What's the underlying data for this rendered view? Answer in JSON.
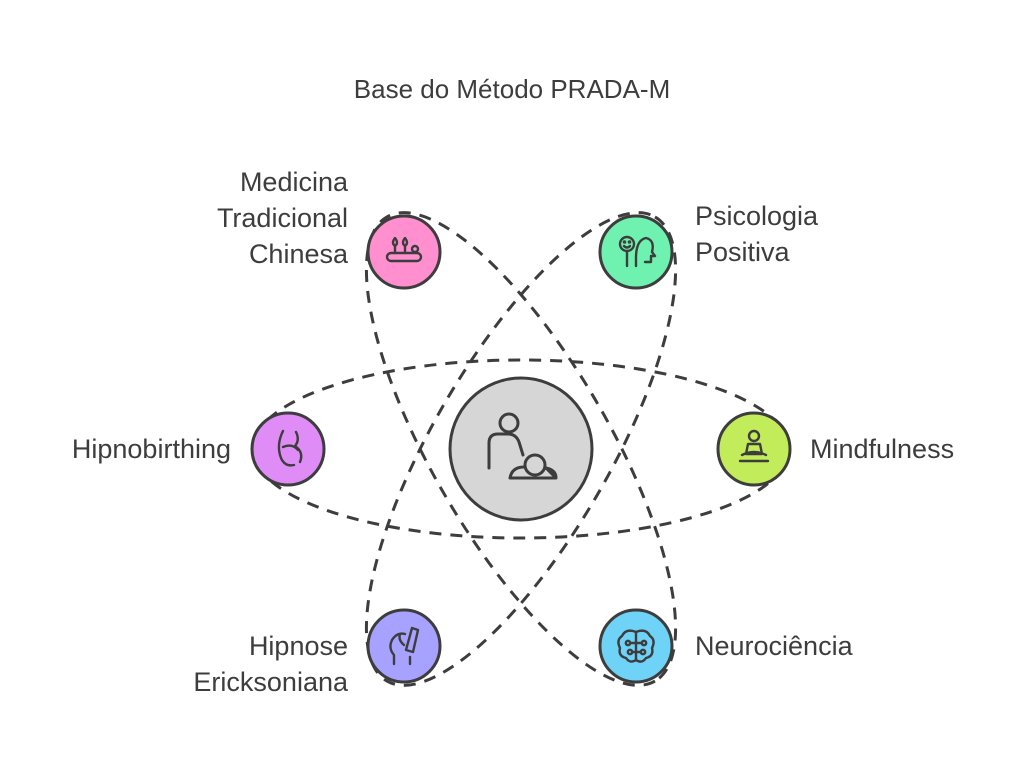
{
  "title": "Base do Método PRADA-M",
  "center": {
    "icon": "parent-and-baby-icon",
    "color": "#d6d6d6"
  },
  "nodes": [
    {
      "id": "tcm",
      "label": "Medicina\nTradicional\nChinesa",
      "icon": "herbal-medicine-icon",
      "color": "#ff8fcf"
    },
    {
      "id": "psico",
      "label": "Psicologia\nPositiva",
      "icon": "positive-mind-icon",
      "color": "#6ff2b0"
    },
    {
      "id": "hipnobirthing",
      "label": "Hipnobirthing",
      "icon": "pregnancy-icon",
      "color": "#e08cf7"
    },
    {
      "id": "mindfulness",
      "label": "Mindfulness",
      "icon": "meditation-icon",
      "color": "#c3ec5a"
    },
    {
      "id": "hipnose",
      "label": "Hipnose\nEricksoniana",
      "icon": "hypnosis-icon",
      "color": "#a7a2ff"
    },
    {
      "id": "neuro",
      "label": "Neurociência",
      "icon": "brain-icon",
      "color": "#6fd2f7"
    }
  ],
  "colors": {
    "stroke": "#3d3d3d",
    "text": "#3d3d3d"
  }
}
